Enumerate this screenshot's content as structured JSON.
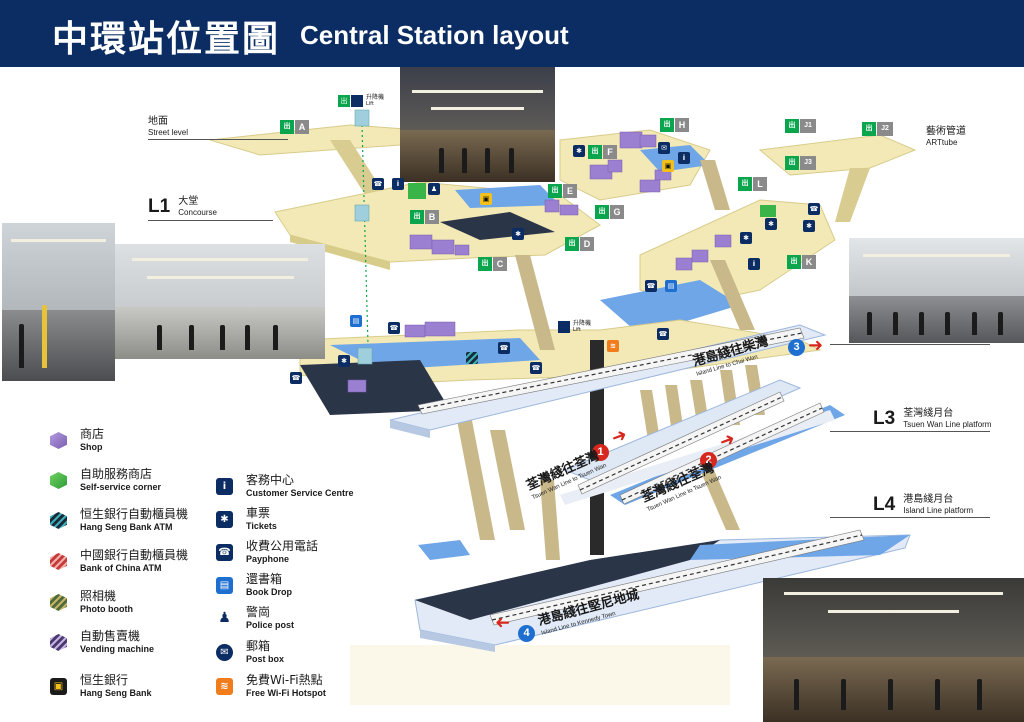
{
  "header": {
    "title_zh": "中環站位置圖",
    "title_en": "Central Station layout"
  },
  "colors": {
    "header_bg": "#0b2d63",
    "concourse": "#f2e9b6",
    "walkway_blue": "#6fa6e8",
    "track_dark": "#1f2a3d",
    "column": "#c9b98a",
    "shop": "#9b7fd0",
    "exit_green": "#0aa54d",
    "line_red": "#d6281e",
    "line_blue": "#1f6fd1"
  },
  "levels": {
    "street": {
      "zh": "地面",
      "en": "Street level"
    },
    "l1": {
      "code": "L1",
      "zh": "大堂",
      "en": "Concourse"
    },
    "l3": {
      "code": "L3",
      "zh": "荃灣綫月台",
      "en": "Tsuen Wan Line platform"
    },
    "l4": {
      "code": "L4",
      "zh": "港島綫月台",
      "en": "Island Line platform"
    },
    "arttube": {
      "zh": "藝術管道",
      "en": "ARTtube"
    }
  },
  "exit_icon_text": "出",
  "lift_label": {
    "zh": "升降機",
    "en": "Lift"
  },
  "exits": [
    {
      "letter": "A",
      "cls": "ex-a"
    },
    {
      "letter": "B",
      "cls": "ex-b"
    },
    {
      "letter": "C",
      "cls": "ex-c"
    },
    {
      "letter": "D",
      "cls": "ex-d"
    },
    {
      "letter": "E",
      "cls": "ex-e"
    },
    {
      "letter": "F",
      "cls": "ex-f"
    },
    {
      "letter": "G",
      "cls": "ex-g"
    },
    {
      "letter": "H",
      "cls": "ex-h"
    },
    {
      "letter": "J1",
      "cls": "ex-j1"
    },
    {
      "letter": "J2",
      "cls": "ex-j2"
    },
    {
      "letter": "J3",
      "cls": "ex-j3"
    },
    {
      "letter": "K",
      "cls": "ex-k"
    },
    {
      "letter": "L",
      "cls": "ex-l"
    }
  ],
  "lines": {
    "line3": {
      "num": "3",
      "zh": "港島綫往柴灣",
      "en": "Island Line to Chai Wan"
    },
    "line1": {
      "num": "1",
      "zh": "荃灣綫往荃灣",
      "en": "Tsuen Wan Line to Tsuen Wan"
    },
    "line2": {
      "num": "2",
      "zh": "荃灣綫往荃灣",
      "en": "Tsuen Wan Line to Tsuen Wan"
    },
    "line4": {
      "num": "4",
      "zh": "港島綫往堅尼地城",
      "en": "Island Line to Kennedy Town"
    }
  },
  "legend_left": [
    {
      "zh": "商店",
      "en": "Shop",
      "icon": "shop-cube-icon"
    },
    {
      "zh": "自助服務商店",
      "en": "Self-service corner",
      "icon": "self-service-cube-icon"
    },
    {
      "zh": "恒生銀行自動櫃員機",
      "en": "Hang Seng Bank ATM",
      "icon": "hang-seng-atm-icon"
    },
    {
      "zh": "中國銀行自動櫃員機",
      "en": "Bank of China ATM",
      "icon": "boc-atm-icon"
    },
    {
      "zh": "照相機",
      "en": "Photo booth",
      "icon": "photo-booth-icon"
    },
    {
      "zh": "自動售賣機",
      "en": "Vending machine",
      "icon": "vending-machine-icon"
    },
    {
      "zh": "恒生銀行",
      "en": "Hang Seng Bank",
      "icon": "hang-seng-bank-icon"
    }
  ],
  "legend_right": [
    {
      "zh": "客務中心",
      "en": "Customer Service Centre",
      "icon": "customer-service-icon"
    },
    {
      "zh": "車票",
      "en": "Tickets",
      "icon": "tickets-icon"
    },
    {
      "zh": "收費公用電話",
      "en": "Payphone",
      "icon": "payphone-icon"
    },
    {
      "zh": "還書箱",
      "en": "Book Drop",
      "icon": "book-drop-icon"
    },
    {
      "zh": "警崗",
      "en": "Police post",
      "icon": "police-post-icon"
    },
    {
      "zh": "郵箱",
      "en": "Post box",
      "icon": "post-box-icon"
    },
    {
      "zh": "免費Wi-Fi熱點",
      "en": "Free Wi-Fi Hotspot",
      "icon": "wifi-hotspot-icon"
    }
  ]
}
